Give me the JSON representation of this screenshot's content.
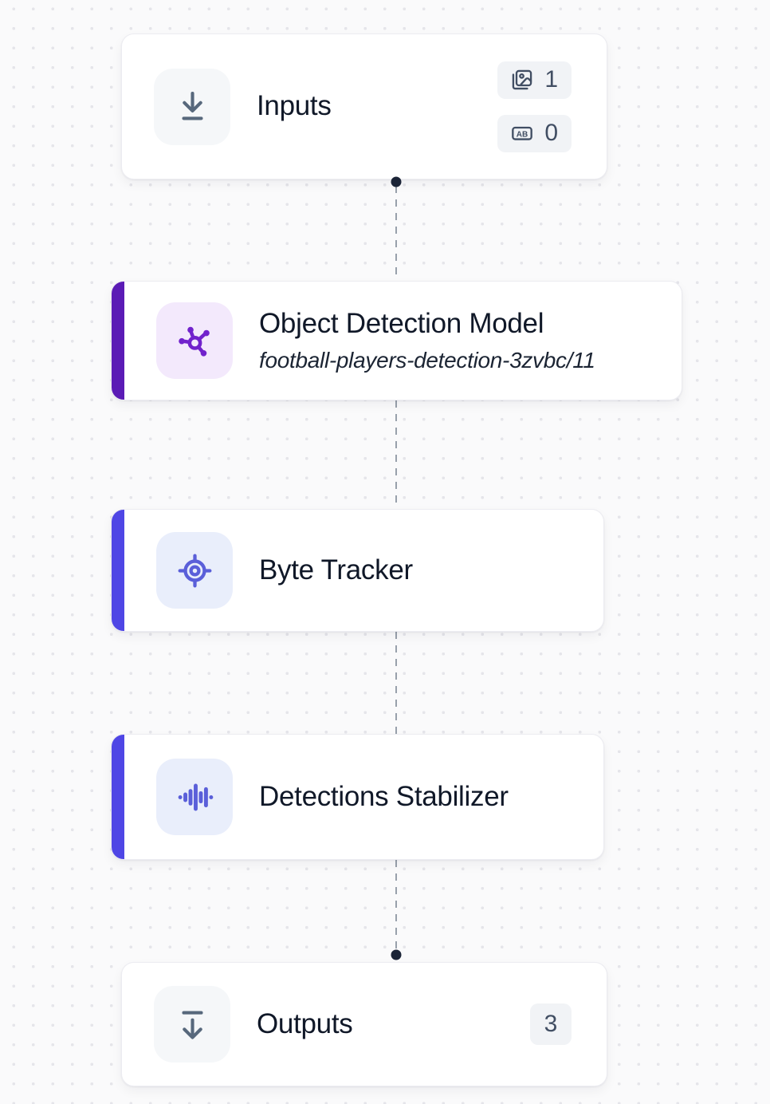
{
  "canvas": {
    "background": "#FAFAFB",
    "grid_dot_color": "#E5E5EA"
  },
  "colors": {
    "node_accent_purple": "#5B1BB5",
    "node_accent_indigo": "#4F46E5",
    "purple_icon": "#7122CC",
    "purple_icon_bg": "#F3E9FC",
    "indigo_icon": "#5A5FD9",
    "indigo_icon_bg": "#E9EEFB",
    "gray_icon": "#57687C",
    "gray_icon_bg": "#F5F7F9",
    "edge_dash": "#98A0AB",
    "handle_dot": "#1B2437",
    "badge_bg": "#F1F3F6",
    "badge_text": "#414E63",
    "title_text": "#101828"
  },
  "nodes": {
    "inputs": {
      "title": "Inputs",
      "icon": "arrow-down-to-line-icon",
      "badges": [
        {
          "icon": "images-icon",
          "value": "1"
        },
        {
          "icon": "ab-label-icon",
          "value": "0"
        }
      ]
    },
    "object_detection_model": {
      "title": "Object Detection Model",
      "subtitle": "football-players-detection-3zvbc/11",
      "icon": "hub-nodes-icon"
    },
    "byte_tracker": {
      "title": "Byte Tracker",
      "icon": "crosshair-target-icon"
    },
    "detections_stabilizer": {
      "title": "Detections Stabilizer",
      "icon": "waveform-icon"
    },
    "outputs": {
      "title": "Outputs",
      "icon": "arrow-down-from-line-icon",
      "badge": {
        "value": "3"
      }
    }
  },
  "edges": [
    {
      "from": "inputs",
      "to": "object-detection-model",
      "style": "dashed"
    },
    {
      "from": "object-detection-model",
      "to": "byte-tracker",
      "style": "dashed"
    },
    {
      "from": "byte-tracker",
      "to": "detections-stabilizer",
      "style": "dashed"
    },
    {
      "from": "detections-stabilizer",
      "to": "outputs",
      "style": "dashed"
    }
  ]
}
